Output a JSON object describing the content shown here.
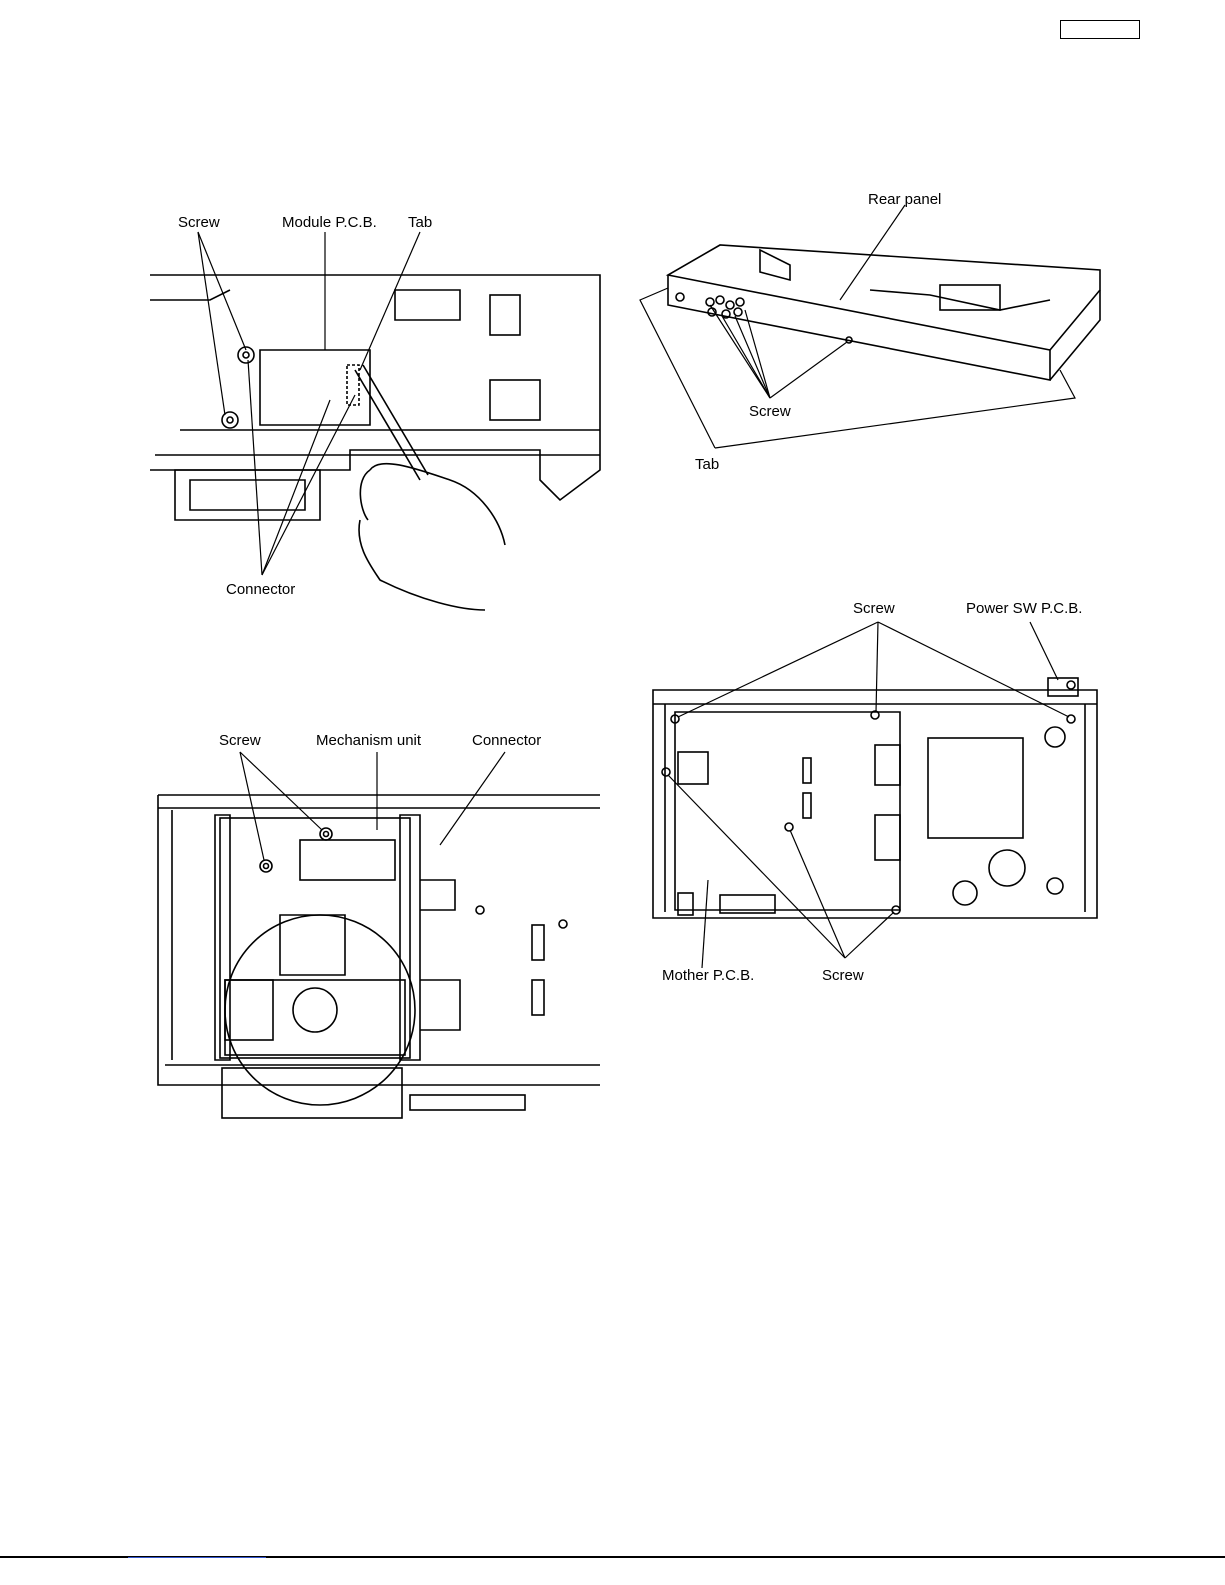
{
  "figures": {
    "module_pcb": {
      "labels": {
        "screw": "Screw",
        "module_pcb": "Module P.C.B.",
        "tab": "Tab",
        "connector": "Connector"
      }
    },
    "rear_panel": {
      "labels": {
        "rear_panel": "Rear panel",
        "screw": "Screw",
        "tab": "Tab"
      }
    },
    "mechanism_unit": {
      "labels": {
        "screw": "Screw",
        "mechanism_unit": "Mechanism unit",
        "connector": "Connector"
      }
    },
    "mother_pcb": {
      "labels": {
        "screw_top": "Screw",
        "power_sw_pcb": "Power SW P.C.B.",
        "mother_pcb": "Mother P.C.B.",
        "screw_bottom": "Screw"
      }
    }
  },
  "colors": {
    "line": "#000000",
    "footer_link": "#3355cc"
  }
}
